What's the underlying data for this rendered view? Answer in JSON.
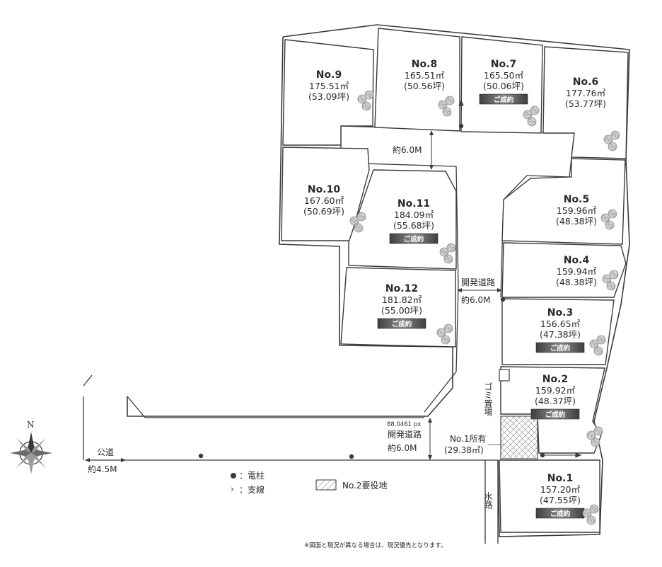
{
  "lots": [
    {
      "no": "No.9",
      "area": "175.51㎡",
      "tsubo": "(53.09坪)",
      "sold": false
    },
    {
      "no": "No.8",
      "area": "165.51㎡",
      "tsubo": "(50.56坪)",
      "sold": false
    },
    {
      "no": "No.7",
      "area": "165.50㎡",
      "tsubo": "(50.06坪)",
      "sold": true
    },
    {
      "no": "No.6",
      "area": "177.76㎡",
      "tsubo": "(53.77坪)",
      "sold": false
    },
    {
      "no": "No.10",
      "area": "167.60㎡",
      "tsubo": "(50.69坪)",
      "sold": false
    },
    {
      "no": "No.11",
      "area": "184.09㎡",
      "tsubo": "(55.68坪)",
      "sold": true
    },
    {
      "no": "No.5",
      "area": "159.96㎡",
      "tsubo": "(48.38坪)",
      "sold": false
    },
    {
      "no": "No.4",
      "area": "159.94㎡",
      "tsubo": "(48.38坪)",
      "sold": false
    },
    {
      "no": "No.12",
      "area": "181.82㎡",
      "tsubo": "(55.00坪)",
      "sold": true
    },
    {
      "no": "No.3",
      "area": "156.65㎡",
      "tsubo": "(47.38坪)",
      "sold": true
    },
    {
      "no": "No.2",
      "area": "159.92㎡",
      "tsubo": "(48.37坪)",
      "sold": true
    },
    {
      "no": "No.1",
      "area": "157.20㎡",
      "tsubo": "(47.55坪)",
      "sold": true
    }
  ],
  "labels": {
    "sold": "ご成約",
    "road_top_width": "約6.0M",
    "dev_road_mid_title": "開発道路",
    "dev_road_mid_width": "約6.0M",
    "dev_road_bottom_title": "開発道路",
    "dev_road_bottom_width": "約6.0M",
    "dimension_note": "88.0461 px",
    "public_road_title": "公道",
    "public_road_width": "約4.5M",
    "garbage": "ゴミ置場",
    "waterway": "水路",
    "no1_owned_title": "No.1所有",
    "no1_owned_area": "(29.38㎡)",
    "north": "N",
    "footnote": "※図面と現況が異なる場合は、現況優先となります。"
  },
  "legend": {
    "pole": "：電柱",
    "branch": "：支線",
    "easement": "No.2要役地"
  },
  "colors": {
    "line": "#3a3a3a",
    "badge": "#5a5a5a",
    "tree": "#b8b8b8",
    "hatch": "#7a7a7a"
  }
}
